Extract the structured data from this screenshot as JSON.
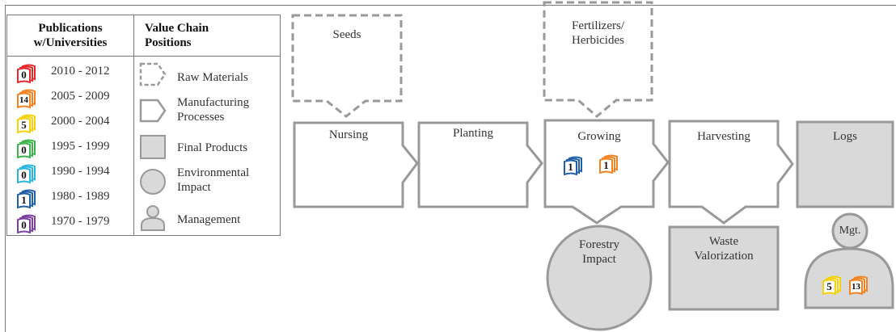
{
  "legend": {
    "publications": {
      "header": [
        "Publications",
        "w/Universities"
      ],
      "rows": [
        {
          "count": "0",
          "years": "2010 - 2012",
          "color": "#e8272b"
        },
        {
          "count": "14",
          "years": "2005 - 2009",
          "color": "#f58220"
        },
        {
          "count": "5",
          "years": "2000 - 2004",
          "color": "#f5d10a"
        },
        {
          "count": "0",
          "years": "1995 - 1999",
          "color": "#3cb44b"
        },
        {
          "count": "0",
          "years": "1990 - 1994",
          "color": "#29b6e0"
        },
        {
          "count": "1",
          "years": "1980 - 1989",
          "color": "#1f5fa8"
        },
        {
          "count": "0",
          "years": "1970 - 1979",
          "color": "#7b3f9e"
        }
      ]
    },
    "value_chain": {
      "header": [
        "Value Chain",
        "Positions"
      ],
      "items": [
        {
          "label": [
            "Raw Materials"
          ],
          "icon": "dashed-arrow-box-icon"
        },
        {
          "label": [
            "Manufacturing",
            "Processes"
          ],
          "icon": "arrow-box-icon"
        },
        {
          "label": [
            "Final Products"
          ],
          "icon": "filled-square-icon"
        },
        {
          "label": [
            "Environmental",
            "Impact"
          ],
          "icon": "circle-icon"
        },
        {
          "label": [
            "Management"
          ],
          "icon": "person-icon"
        }
      ]
    }
  },
  "diagram": {
    "raw_materials": [
      {
        "label": [
          "Seeds"
        ]
      },
      {
        "label": [
          "Fertilizers/",
          "Herbicides"
        ]
      }
    ],
    "processes": [
      {
        "label": "Nursing"
      },
      {
        "label": "Planting"
      },
      {
        "label": "Growing",
        "badges": [
          {
            "count": "1",
            "color": "#1f5fa8"
          },
          {
            "count": "1",
            "color": "#f58220"
          }
        ]
      },
      {
        "label": "Harvesting"
      }
    ],
    "final_product": {
      "label": "Logs"
    },
    "impact": {
      "label": [
        "Forestry",
        "Impact"
      ]
    },
    "waste": {
      "label": [
        "Waste",
        "Valorization"
      ]
    },
    "management": {
      "label": "Mgt.",
      "badges": [
        {
          "count": "5",
          "color": "#f5d10a"
        },
        {
          "count": "13",
          "color": "#f58220"
        }
      ]
    }
  }
}
